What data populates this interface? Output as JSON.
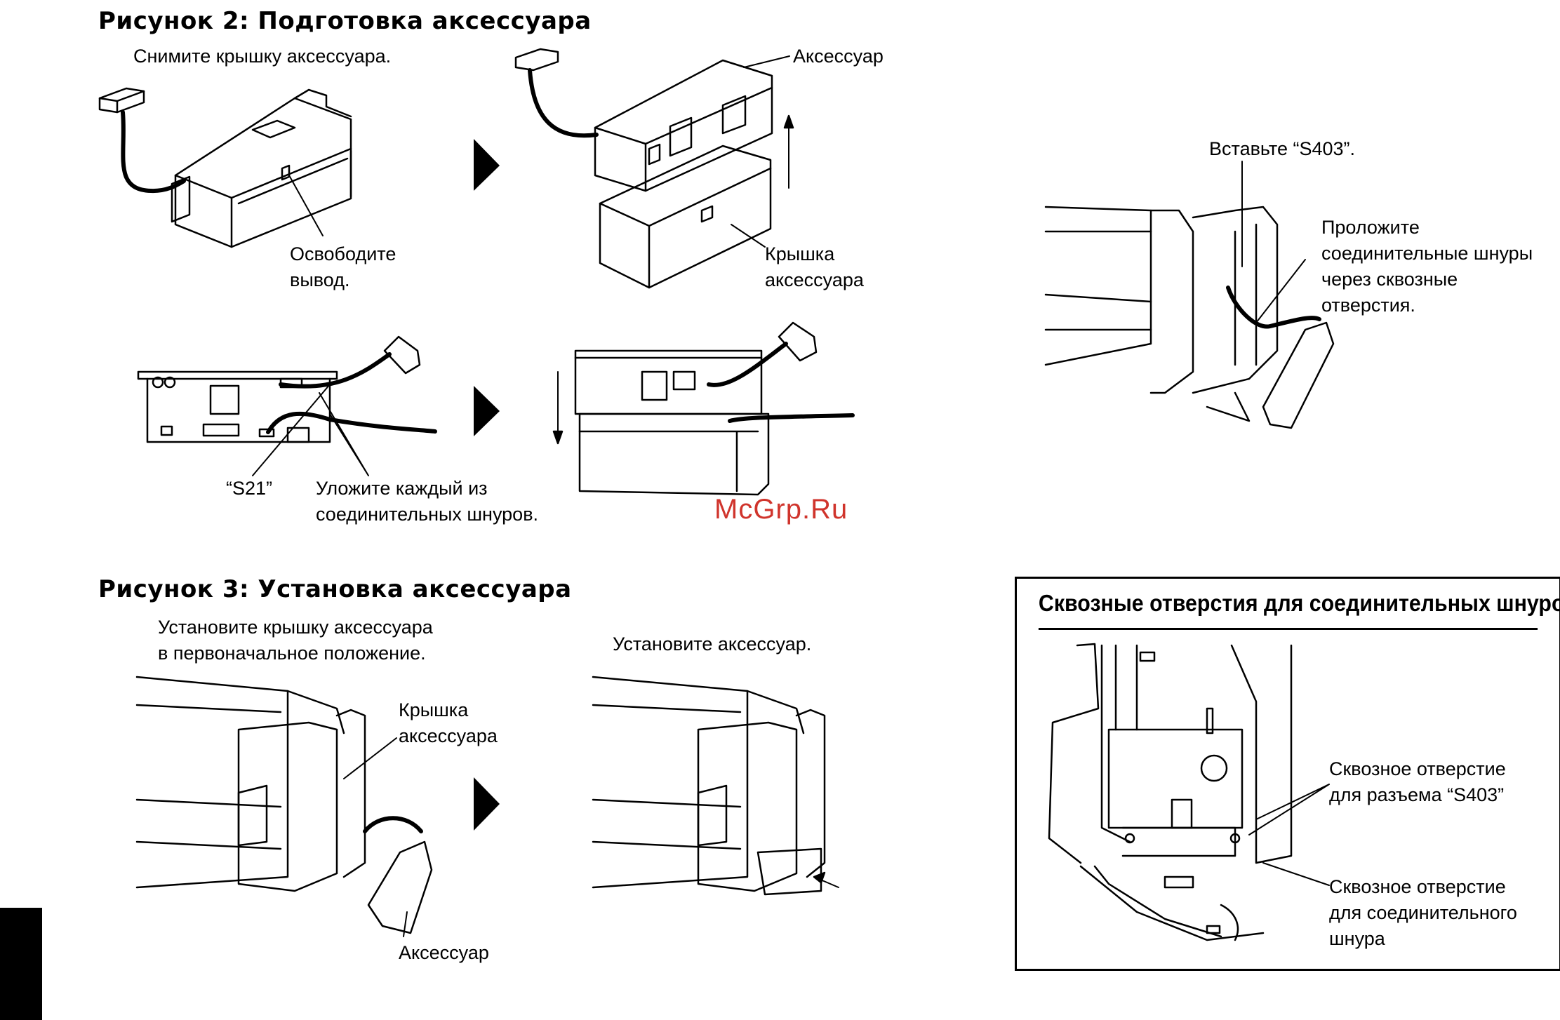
{
  "fig2": {
    "heading": "Рисунок 2: Подготовка аксессуара",
    "remove_cover": "Снимите крышку аксессуара.",
    "release_latch": "Освободите\nвывод.",
    "accessory": "Аксессуар",
    "accessory_cover": "Крышка\nаксессуара",
    "s21": "“S21”",
    "lay_cords": "Уложите каждый из\nсоединительных шнуров."
  },
  "right_top": {
    "insert_s403": "Вставьте “S403”.",
    "route_cords": "Проложите\nсоединительные шнуры\nчерез сквозные\nотверстия."
  },
  "fig3": {
    "heading": "Рисунок 3: Установка аксессуара",
    "reinstall_cover": "Установите крышку аксессуара\nв первоначальное положение.",
    "install_accessory": "Установите аксессуар.",
    "accessory_cover": "Крышка\nаксессуара",
    "accessory": "Аксессуар"
  },
  "box": {
    "title": "Сквозные отверстия для соединительных шнуров",
    "hole_s403": "Сквозное отверстие\nдля разъема “S403”",
    "hole_cord": "Сквозное отверстие\nдля соединительного\nшнура"
  },
  "watermark": "McGrp.Ru"
}
